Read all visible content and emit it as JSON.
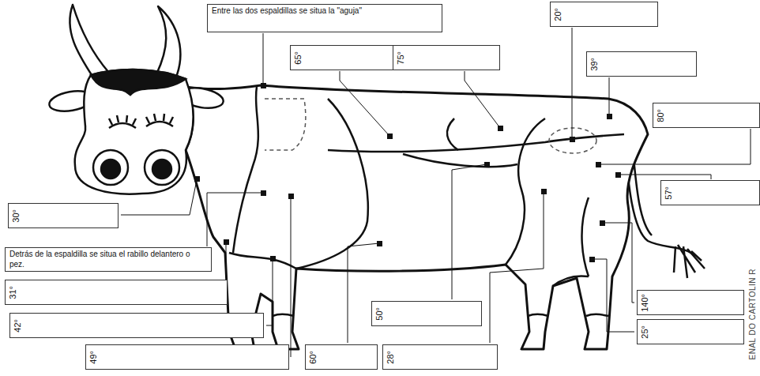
{
  "diagram": {
    "nodes": [
      {
        "text": [
          "Entre las dos espaldillas se situa la \"aguja\""
        ]
      },
      {
        "text": [
          "65°"
        ]
      },
      {
        "text": [
          "75°"
        ]
      },
      {
        "text": [
          "20°"
        ]
      },
      {
        "text": [
          "39°"
        ]
      },
      {
        "text": [
          "80°"
        ]
      },
      {
        "text": [
          "57°"
        ]
      },
      {
        "text": [
          "30°"
        ]
      },
      {
        "text": [
          "Detrás de la espaldilla se situa el rabillo delantero o pez."
        ]
      },
      {
        "text": [
          "31°"
        ]
      },
      {
        "text": [
          "42°"
        ]
      },
      {
        "text": [
          "49°"
        ]
      },
      {
        "text": [
          "60°"
        ]
      },
      {
        "text": [
          "50°"
        ]
      },
      {
        "text": [
          "28°"
        ]
      },
      {
        "text": [
          "140°"
        ]
      },
      {
        "text": [
          "25°"
        ]
      }
    ],
    "labels": [
      "ENAL DO CARTOLIN R"
    ]
  }
}
